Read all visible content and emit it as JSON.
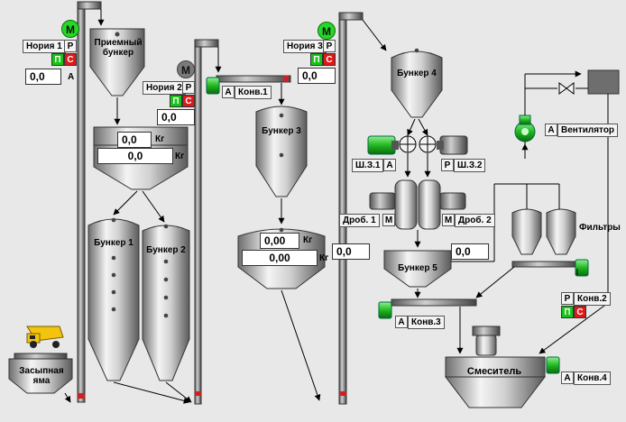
{
  "noria1": {
    "label": "Нория 1",
    "mode": "Р",
    "start": "П",
    "stop": "С",
    "value": "0,0",
    "unit": "А",
    "motor": "М"
  },
  "noria2": {
    "label": "Нория 2",
    "mode": "Р",
    "start": "П",
    "stop": "С",
    "value": "0,0",
    "motor": "М"
  },
  "noria3": {
    "label": "Нория 3",
    "mode": "Р",
    "start": "П",
    "stop": "С",
    "value": "0,0",
    "motor": "М"
  },
  "priemny_bunker": {
    "label": "Приемный бункер"
  },
  "scale1": {
    "value1": "0,0",
    "value2": "0,0",
    "unit": "Кг"
  },
  "scale2": {
    "value1": "0,00",
    "value2": "0,00",
    "unit": "Кг"
  },
  "bunker1": {
    "label": "Бункер 1"
  },
  "bunker2": {
    "label": "Бункер 2"
  },
  "bunker3": {
    "label": "Бункер 3"
  },
  "bunker4": {
    "label": "Бункер 4"
  },
  "bunker5": {
    "label": "Бункер 5"
  },
  "konv1": {
    "mode": "А",
    "label": "Конв.1"
  },
  "konv2": {
    "mode": "Р",
    "label": "Конв.2",
    "start": "П",
    "stop": "С"
  },
  "konv3": {
    "mode": "А",
    "label": "Конв.3"
  },
  "konv4": {
    "mode": "А",
    "label": "Конв.4"
  },
  "ventilator": {
    "mode": "А",
    "label": "Вентилятор"
  },
  "shz1": {
    "label": "Ш.З.1",
    "mode": "А"
  },
  "shz2": {
    "label": "Ш.З.2",
    "mode": "Р"
  },
  "drob1": {
    "label": "Дроб. 1",
    "mode": "М",
    "value": "0,0"
  },
  "drob2": {
    "label": "Дроб. 2",
    "mode": "М",
    "value": "0,0"
  },
  "filters": {
    "label": "Фильтры"
  },
  "mixer": {
    "label": "Смеситель"
  },
  "zasypnaya": {
    "label": "Засыпная яма"
  },
  "colors": {
    "motor_on": "#26d826",
    "start": "#18c418",
    "stop": "#e01818",
    "background": "#e8e8e8"
  }
}
